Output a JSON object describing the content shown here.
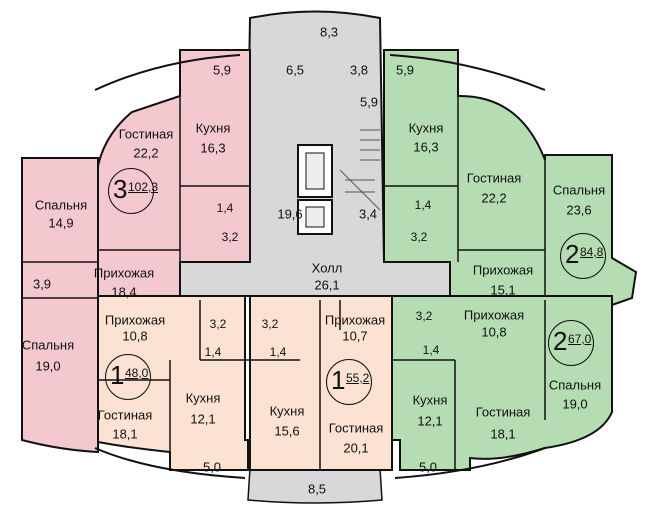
{
  "colors": {
    "apt3": "#f4c8cf",
    "apt2": "#b5dcb3",
    "apt1": "#fbe2d3",
    "common": "#d8d8d8",
    "wall": "#111111"
  },
  "apartments": [
    {
      "id": "three-room",
      "rooms": "3",
      "area": "102,3"
    },
    {
      "id": "two-room-upper",
      "rooms": "2",
      "area": "84,8"
    },
    {
      "id": "two-room-lower",
      "rooms": "2",
      "area": "67,0"
    },
    {
      "id": "one-room-left",
      "rooms": "1",
      "area": "48,0"
    },
    {
      "id": "one-room-center",
      "rooms": "1",
      "area": "55,2"
    }
  ],
  "labels": {
    "top_terrace": "8,3",
    "top_balcony_left": "5,9",
    "top_lobby_left": "6,5",
    "top_lobby_right": "3,8",
    "top_balcony_right": "5,9",
    "top_stair_landing": "5,9",
    "kitchen_tl": "Кухня",
    "kitchen_tl_area": "16,3",
    "living_tl": "Гостиная",
    "living_tl_area": "22,2",
    "bedroom_l1": "Спальня",
    "bedroom_l1_area": "14,9",
    "bath_l_a": "1,4",
    "bath_l_b": "3,2",
    "hall_l": "Прихожая",
    "hall_l_area": "18,4",
    "closet_l": "3,9",
    "lift_area": "19,6",
    "stair_area": "3,4",
    "kitchen_tr": "Кухня",
    "kitchen_tr_area": "16,3",
    "living_tr": "Гостиная",
    "living_tr_area": "22,2",
    "bedroom_r1": "Спальня",
    "bedroom_r1_area": "23,6",
    "bath_r_a": "1,4",
    "bath_r_b": "3,2",
    "hall_r": "Прихожая",
    "hall_r_area": "15,1",
    "corridor": "Холл",
    "corridor_area": "26,1",
    "bedroom_l2": "Спальня",
    "bedroom_l2_area": "19,0",
    "hall_bl": "Прихожая",
    "hall_bl_area": "10,8",
    "bath_bl_a": "3,2",
    "bath_bl_b": "1,4",
    "kitchen_bl": "Кухня",
    "kitchen_bl_area": "12,1",
    "living_bl": "Гостиная",
    "living_bl_area": "18,1",
    "balcony_bl": "5,0",
    "bath_bc_a": "3,2",
    "bath_bc_b": "1,4",
    "kitchen_bc": "Кухня",
    "kitchen_bc_area": "15,6",
    "hall_bc": "Прихожая",
    "hall_bc_area": "10,7",
    "living_bc": "Гостиная",
    "living_bc_area": "20,1",
    "bath_br_a": "3,2",
    "bath_br_b": "1,4",
    "hall_br": "Прихожая",
    "hall_br_area": "10,8",
    "kitchen_br": "Кухня",
    "kitchen_br_area": "12,1",
    "living_br": "Гостиная",
    "living_br_area": "18,1",
    "balcony_br": "5,0",
    "bedroom_r2": "Спальня",
    "bedroom_r2_area": "19,0",
    "bottom_terrace": "8,5"
  }
}
